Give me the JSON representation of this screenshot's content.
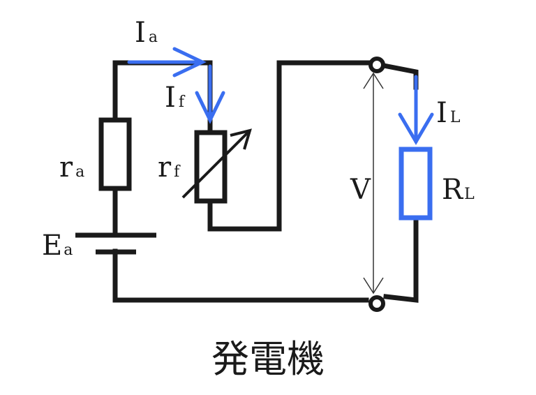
{
  "diagram": {
    "title": "発電機",
    "colors": {
      "wire": "#1a1a1a",
      "highlight": "#3a6ef0",
      "text": "#1a1a1a"
    },
    "labels": {
      "Ia": {
        "main": "I",
        "sub": "a"
      },
      "If": {
        "main": "I",
        "sub": "f"
      },
      "IL": {
        "main": "I",
        "sub": "L"
      },
      "ra": {
        "main": "r",
        "sub": "a"
      },
      "rf": {
        "main": "r",
        "sub": "f"
      },
      "Ea": {
        "main": "E",
        "sub": "a"
      },
      "V": {
        "main": "V"
      },
      "RL": {
        "main": "R",
        "sub": "L"
      }
    },
    "components": [
      {
        "id": "ra",
        "type": "resistor",
        "label": "ra"
      },
      {
        "id": "rf",
        "type": "variable-resistor",
        "label": "rf"
      },
      {
        "id": "Ea",
        "type": "battery",
        "label": "Ea"
      },
      {
        "id": "RL",
        "type": "resistor",
        "label": "RL",
        "highlighted": true
      },
      {
        "id": "V",
        "type": "voltage-measure",
        "label": "V"
      }
    ],
    "currents": [
      {
        "id": "Ia",
        "direction": "right"
      },
      {
        "id": "If",
        "direction": "down"
      },
      {
        "id": "IL",
        "direction": "down"
      }
    ]
  }
}
